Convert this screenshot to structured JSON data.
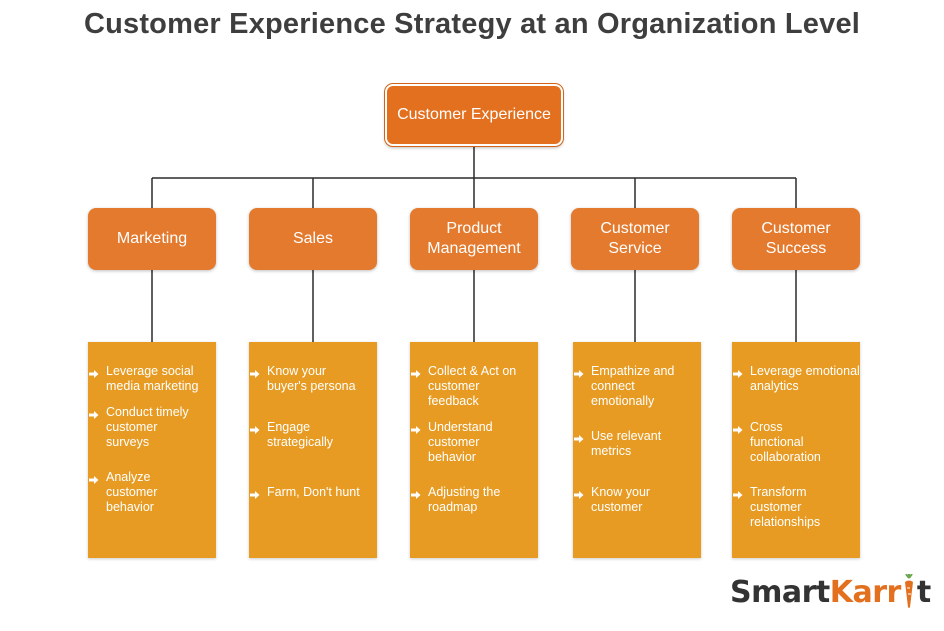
{
  "title": "Customer Experience Strategy at an Organization Level",
  "root": {
    "label": "Customer Experience"
  },
  "colors": {
    "root_fill": "#e2701e",
    "dept_fill": "#e47a2e",
    "panel_fill": "#e79b22",
    "connector": "#2b2b2b",
    "title_text": "#3e3e3e"
  },
  "departments": [
    {
      "label": "Marketing",
      "items": [
        "Leverage social media marketing",
        "Conduct timely customer surveys",
        "Analyze customer behavior"
      ]
    },
    {
      "label": "Sales",
      "items": [
        "Know your buyer's persona",
        "Engage strategically",
        "Farm, Don't hunt"
      ]
    },
    {
      "label": "Product Management",
      "items": [
        "Collect & Act on customer feedback",
        "Understand customer behavior",
        "Adjusting the roadmap"
      ]
    },
    {
      "label": "Customer Service",
      "items": [
        "Empathize and connect emotionally",
        "Use relevant metrics",
        "Know your customer"
      ]
    },
    {
      "label": "Customer Success",
      "items": [
        "Leverage emotional analytics",
        "Cross functional collaboration",
        "Transform customer relationships"
      ]
    }
  ],
  "logo": {
    "part1": "Smart",
    "part2": "Karr",
    "part3": "t",
    "icon": "carrot-icon"
  }
}
